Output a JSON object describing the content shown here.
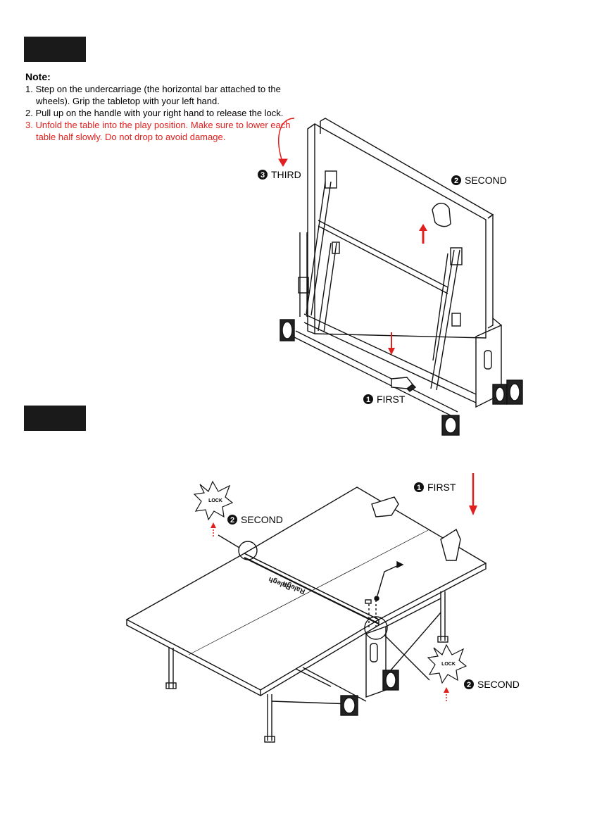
{
  "note": {
    "title": "Note:",
    "items": [
      "1. Step on the undercarriage (the horizontal bar attached to the wheels). Grip the tabletop with your left hand.",
      "2. Pull up on the handle with your right hand to release the lock.",
      "3. Unfold the table into the play position. Make sure to lower each table half slowly. Do not drop to avoid damage."
    ]
  },
  "top_figure": {
    "label_third": "THIRD",
    "label_second": "SECOND",
    "label_first": "FIRST",
    "num_third": "3",
    "num_second": "2",
    "num_first": "1"
  },
  "bottom_figure": {
    "label_first": "FIRST",
    "label_second_left": "SECOND",
    "label_second_right": "SECOND",
    "num_first": "1",
    "num_second_left": "2",
    "num_second_right": "2",
    "lock_left": "LOCK",
    "lock_right": "LOCK",
    "brand_a": "Ralegh",
    "brand_b": "Ralegh"
  },
  "colors": {
    "accent_red": "#e0201e",
    "step_box": "#1a1a1a"
  }
}
